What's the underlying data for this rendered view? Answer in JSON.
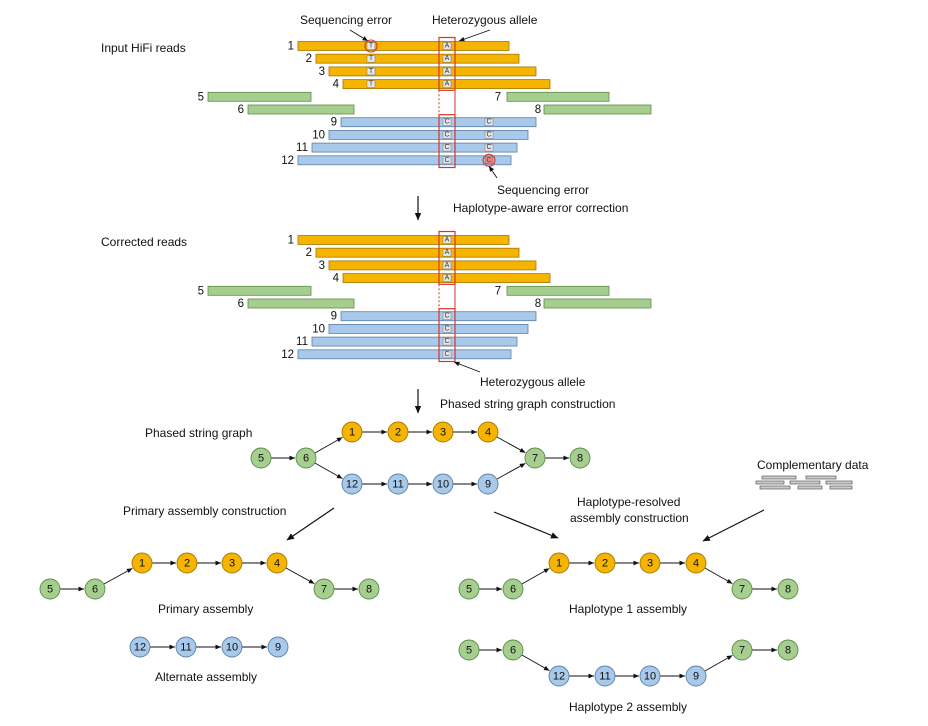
{
  "colors": {
    "orange": "#f5b400",
    "orange_stroke": "#a57800",
    "green": "#a6cf8f",
    "green_stroke": "#5d8a4a",
    "blue": "#a9c9ea",
    "blue_stroke": "#5a7fa8",
    "error_red": "#d9342b",
    "allele_box": "#d9342b",
    "arrow": "#111111",
    "comp_bar": "#cccccc"
  },
  "labels": {
    "input_reads": "Input HiFi reads",
    "seq_error_top": "Sequencing error",
    "het_allele_top": "Heterozygous allele",
    "seq_error_bottom": "Sequencing error",
    "hap_aware_correction": "Haplotype-aware error correction",
    "corrected_reads": "Corrected reads",
    "het_allele_bottom": "Heterozygous allele",
    "phased_construction": "Phased string graph construction",
    "phased_graph": "Phased string graph",
    "complementary_data": "Complementary data",
    "primary_construction": "Primary assembly construction",
    "hap_resolved_1": "Haplotype-resolved",
    "hap_resolved_2": "assembly construction",
    "primary_assembly": "Primary assembly",
    "alternate_assembly": "Alternate assembly",
    "hap1_assembly": "Haplotype 1 assembly",
    "hap2_assembly": "Haplotype 2 assembly"
  },
  "alleles": {
    "orange": "A",
    "blue": "C",
    "error_orange": "T",
    "error_blue": "G"
  },
  "reads": {
    "r1": "1",
    "r2": "2",
    "r3": "3",
    "r4": "4",
    "r5": "5",
    "r6": "6",
    "r7": "7",
    "r8": "8",
    "r9": "9",
    "r10": "10",
    "r11": "11",
    "r12": "12"
  },
  "nodes": {
    "n1": "1",
    "n2": "2",
    "n3": "3",
    "n4": "4",
    "n5": "5",
    "n6": "6",
    "n7": "7",
    "n8": "8",
    "n9": "9",
    "n10": "10",
    "n11": "11",
    "n12": "12"
  }
}
